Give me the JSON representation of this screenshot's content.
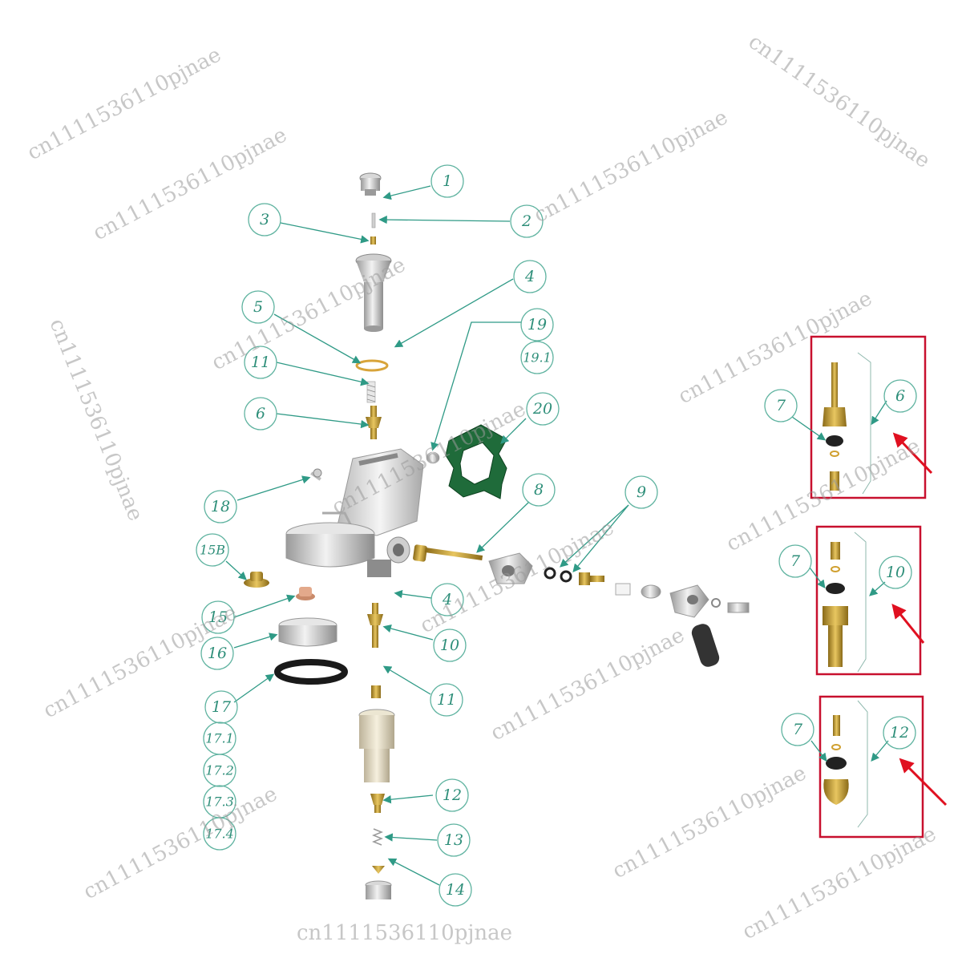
{
  "callouts": {
    "c1": "1",
    "c2": "2",
    "c3": "3",
    "c4a": "4",
    "c5": "5",
    "c11a": "11",
    "c6": "6",
    "c19": "19",
    "c191": "19.1",
    "c20": "20",
    "c18": "18",
    "c8": "8",
    "c9": "9",
    "c15b": "15B",
    "c15": "15",
    "c4b": "4",
    "c16": "16",
    "c10": "10",
    "c17": "17",
    "c171": "17.1",
    "c172": "17.2",
    "c173": "17.3",
    "c174": "17.4",
    "c11b": "11",
    "c12": "12",
    "c13": "13",
    "c14": "14"
  },
  "insets": {
    "a": {
      "left": "7",
      "right": "6"
    },
    "b": {
      "left": "7",
      "right": "10"
    },
    "c": {
      "left": "7",
      "right": "12"
    }
  },
  "watermark": "cn1111536110pjnae",
  "colors": {
    "callout": "#2f8f7a",
    "inset_frame": "#c8102e",
    "arrow": "#e01020",
    "brass": "#c9a23a",
    "gasket": "#1f6b3a"
  }
}
